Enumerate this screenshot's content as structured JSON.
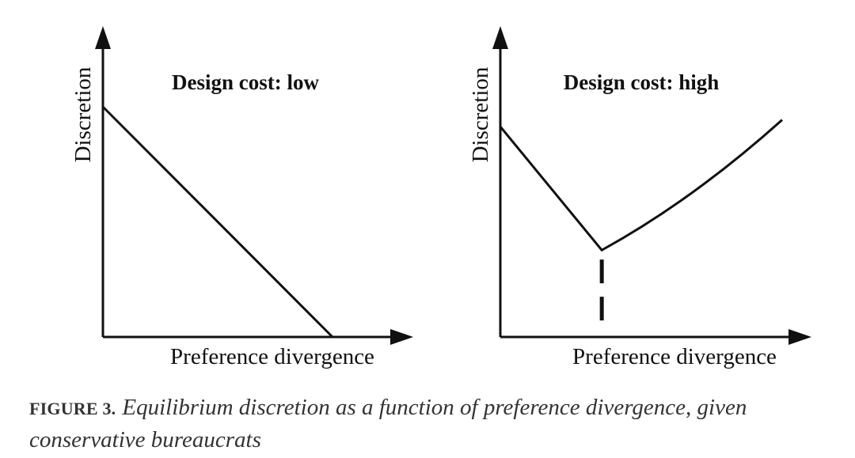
{
  "chart_data": [
    {
      "type": "line",
      "title": "Design cost: low",
      "xlabel": "Preference divergence",
      "ylabel": "Discretion",
      "series": [
        {
          "x": [
            0,
            1
          ],
          "y": [
            1,
            0
          ]
        }
      ]
    },
    {
      "type": "line",
      "title": "Design cost: high",
      "xlabel": "Preference divergence",
      "ylabel": "Discretion",
      "series": [
        {
          "x": [
            0,
            0.36,
            1
          ],
          "y": [
            0.92,
            0.38,
            0.95
          ]
        }
      ],
      "annotations": [
        "dashed vertical line at the minimum"
      ]
    }
  ],
  "caption": {
    "label": "FIGURE 3.",
    "text": "Equilibrium discretion as a function of preference divergence, given conservative bureaucrats"
  }
}
